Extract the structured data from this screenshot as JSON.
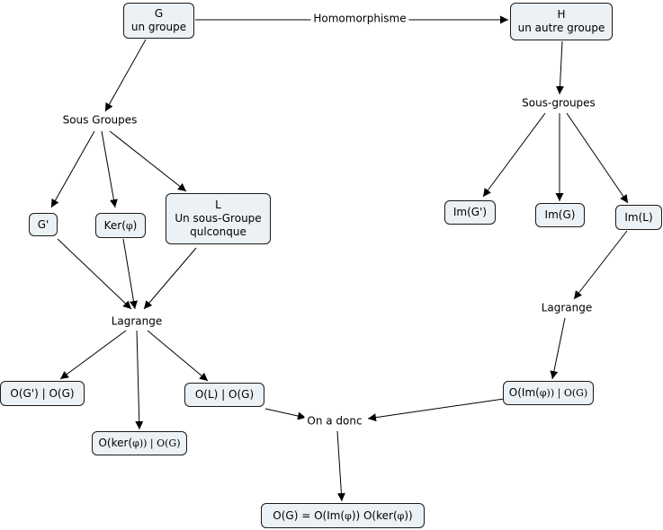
{
  "nodes": {
    "g": {
      "line1": "G",
      "line2": "un groupe"
    },
    "h": {
      "line1": "H",
      "line2": "un autre groupe"
    },
    "sous_groupes_left": "Sous Groupes",
    "sous_groupes_right": "Sous-groupes",
    "g_prime": "G'",
    "ker": {
      "text": "Ker(",
      "phi": "φ",
      "close": ")"
    },
    "l": {
      "line1": "L",
      "line2": "Un sous-Groupe",
      "line3": "qulconque"
    },
    "im_gprime": "Im(G')",
    "im_g": "Im(G)",
    "im_l": "Im(L)",
    "lagrange_left": "Lagrange",
    "lagrange_right": "Lagrange",
    "o_gprime": "O(G') | O(G)",
    "o_ker": {
      "text": "O(ker(",
      "phi": "φ",
      "tail": ")) | O(G)"
    },
    "o_l": "O(L) | O(G)",
    "o_im": {
      "text": "O(Im(",
      "phi": "φ",
      "tail": ")) | O(G)"
    },
    "on_a_donc": "On a donc",
    "final": {
      "a": "O(G) = O(Im(",
      "phi1": "φ",
      "b": ")) O(ker(",
      "phi2": "φ",
      "c": "))"
    }
  },
  "edge_labels": {
    "homomorphisme": "Homomorphisme"
  }
}
